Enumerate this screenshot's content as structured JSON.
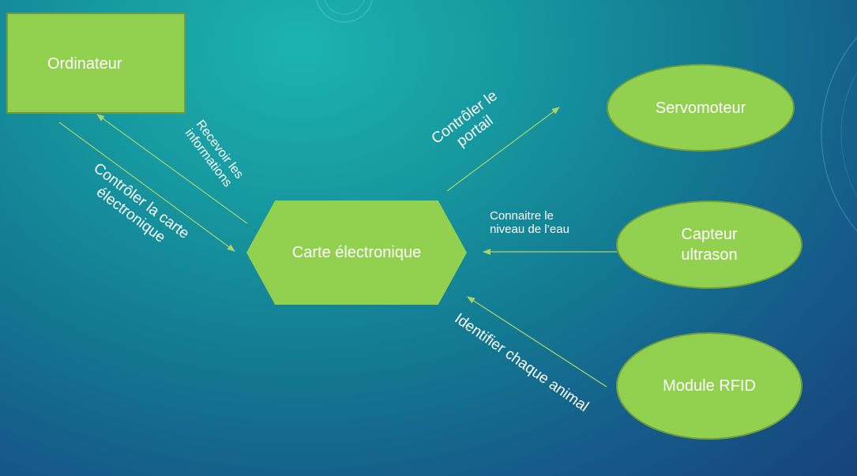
{
  "nodes": {
    "ordinateur": "Ordinateur",
    "carte": "Carte électronique",
    "servomoteur": "Servomoteur",
    "capteur_line1": "Capteur",
    "capteur_line2": "ultrason",
    "rfid": "Module RFID"
  },
  "edges": {
    "recevoir_line1": "Recevoir les",
    "recevoir_line2": "informations",
    "controler_carte_line1": "Contrôler la carte",
    "controler_carte_line2": "électronique",
    "controler_portail_line1": "Contrôler le",
    "controler_portail_line2": "portail",
    "connaitre_line1": "Connaitre le",
    "connaitre_line2": "niveau de l’eau",
    "identifier": "Identifier chaque animal"
  },
  "colors": {
    "node_fill": "#92d050",
    "node_border": "#6f9e3d",
    "arrow": "#a9d46a",
    "text": "#ffffff"
  }
}
